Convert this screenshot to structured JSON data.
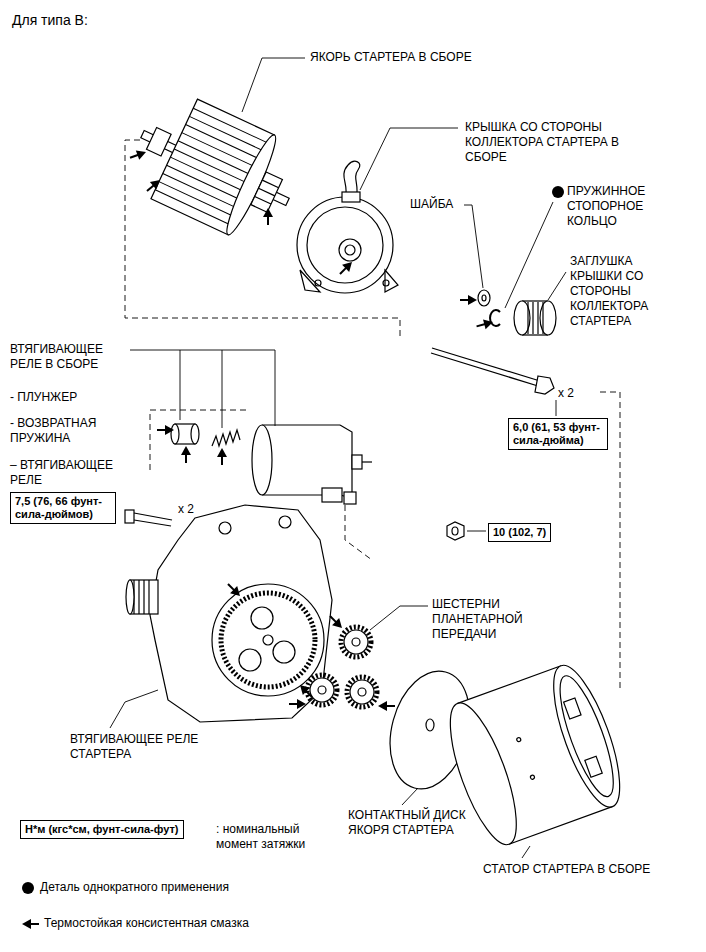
{
  "diagram": {
    "title": "Для типа B:",
    "nodes": [
      {
        "text": [
          "6,0 (61, 53 фунт-сила-дюйма)"
        ]
      },
      {
        "text": [
          "7,5 (76, 66 фунт-сила-дюймов)"
        ]
      },
      {
        "text": [
          "10 (102, 7)"
        ]
      },
      {
        "text": [
          "Н*м (кгс*см, фунт-сила-фут)"
        ]
      }
    ],
    "labels": [
      "ЯКОРЬ СТАРТЕРА В СБОРЕ",
      "КРЫШКА СО СТОРОНЫ КОЛЛЕКТОРА СТАРТЕРА В СБОРЕ",
      "ШАЙБА",
      "ПРУЖИННОЕ СТОПОРНОЕ КОЛЬЦО",
      "ЗАГЛУШКА КРЫШКИ СО СТОРОНЫ КОЛЛЕКТОРА СТАРТЕРА",
      "ВТЯГИВАЮЩЕЕ РЕЛЕ В СБОРЕ",
      "x 2",
      "- ПЛУНЖЕР",
      "- ВОЗВРАТНАЯ ПРУЖИНА",
      "– ВТЯГИВАЮЩЕЕ РЕЛЕ",
      "x 2",
      "ШЕСТЕРНИ ПЛАНЕТАРНОЙ ПЕРЕДАЧИ",
      "ВТЯГИВАЮЩЕЕ РЕЛЕ СТАРТЕРА",
      "КОНТАКТНЫЙ ДИСК ЯКОРЯ СТАРТЕРА",
      "СТАТОР СТАРТЕРА В СБОРЕ"
    ],
    "legend": [
      {
        "text": ": номинальный момент затяжки"
      },
      {
        "text": "Деталь однократного применения"
      },
      {
        "text": "Термостойкая консистентная смазка"
      }
    ]
  }
}
